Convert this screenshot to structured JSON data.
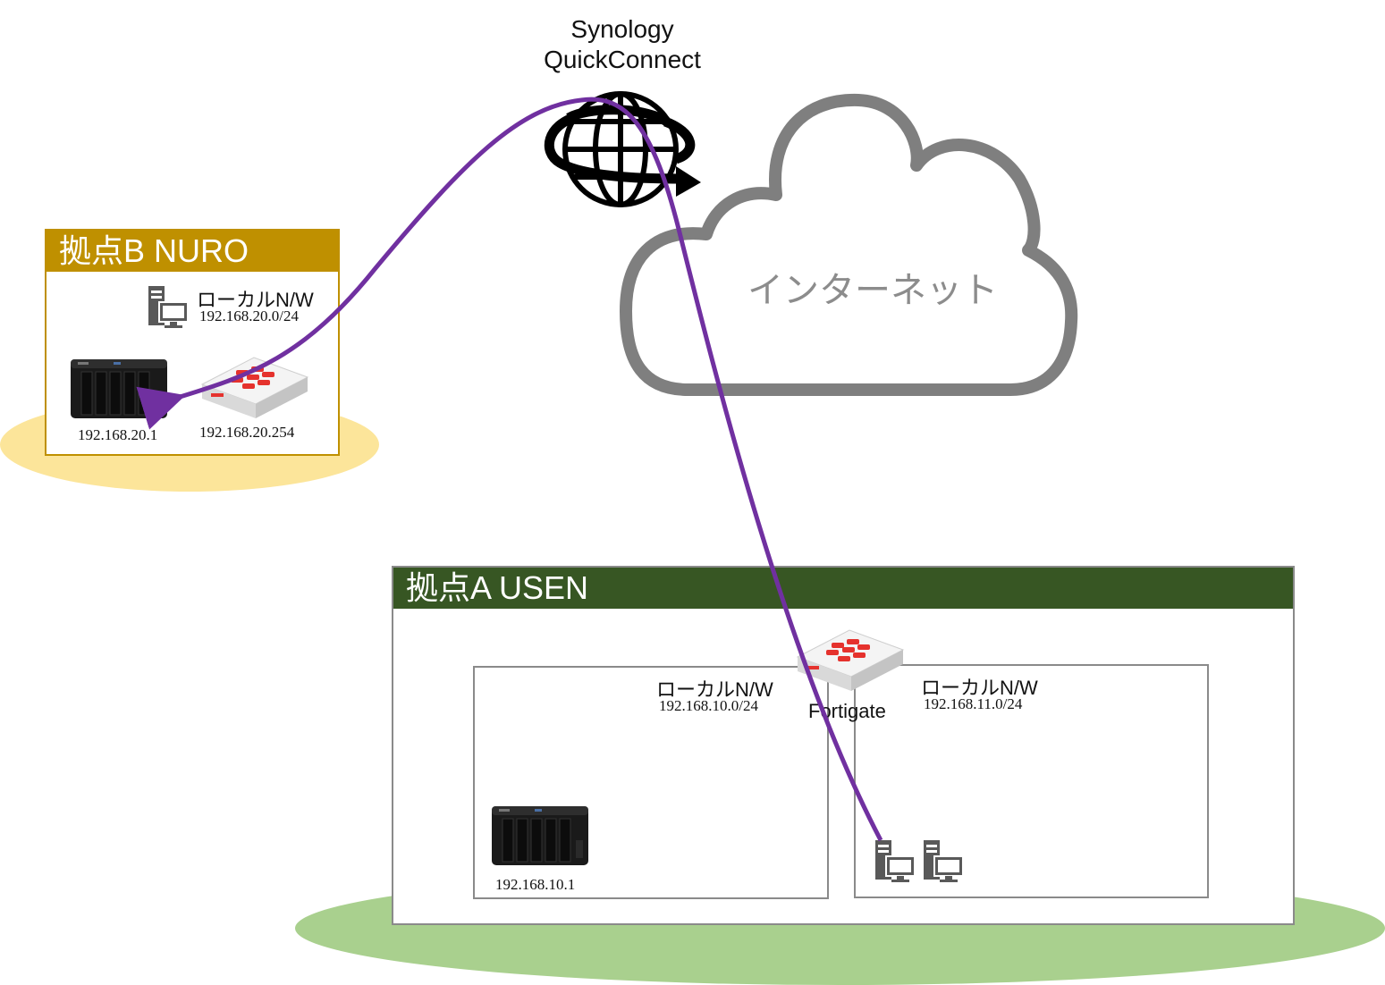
{
  "quickconnect": {
    "line1": "Synology",
    "line2": "QuickConnect"
  },
  "internet": {
    "label": "インターネット"
  },
  "site_b": {
    "title": "拠点B NURO",
    "header_color": "#BF9000",
    "ground_color": "#FCE59A",
    "network_label": "ローカルN/W",
    "network_cidr": "192.168.20.0/24",
    "nas_ip": "192.168.20.1",
    "firewall_ip": "192.168.20.254"
  },
  "site_a": {
    "title": "拠点A USEN",
    "header_color": "#375623",
    "ground_color": "#A9D08E",
    "firewall_label": "Fortigate",
    "net1": {
      "label": "ローカルN/W",
      "cidr": "192.168.10.0/24",
      "nas_ip": "192.168.10.1"
    },
    "net2": {
      "label": "ローカルN/W",
      "cidr": "192.168.11.0/24"
    }
  },
  "colors": {
    "connection": "#7030A0",
    "cloud": "#7F7F7F",
    "fortinet_red": "#E5322D"
  },
  "icons": [
    "globe-sync-icon",
    "cloud-icon",
    "nas-icon",
    "fortigate-icon",
    "pc-icon"
  ]
}
